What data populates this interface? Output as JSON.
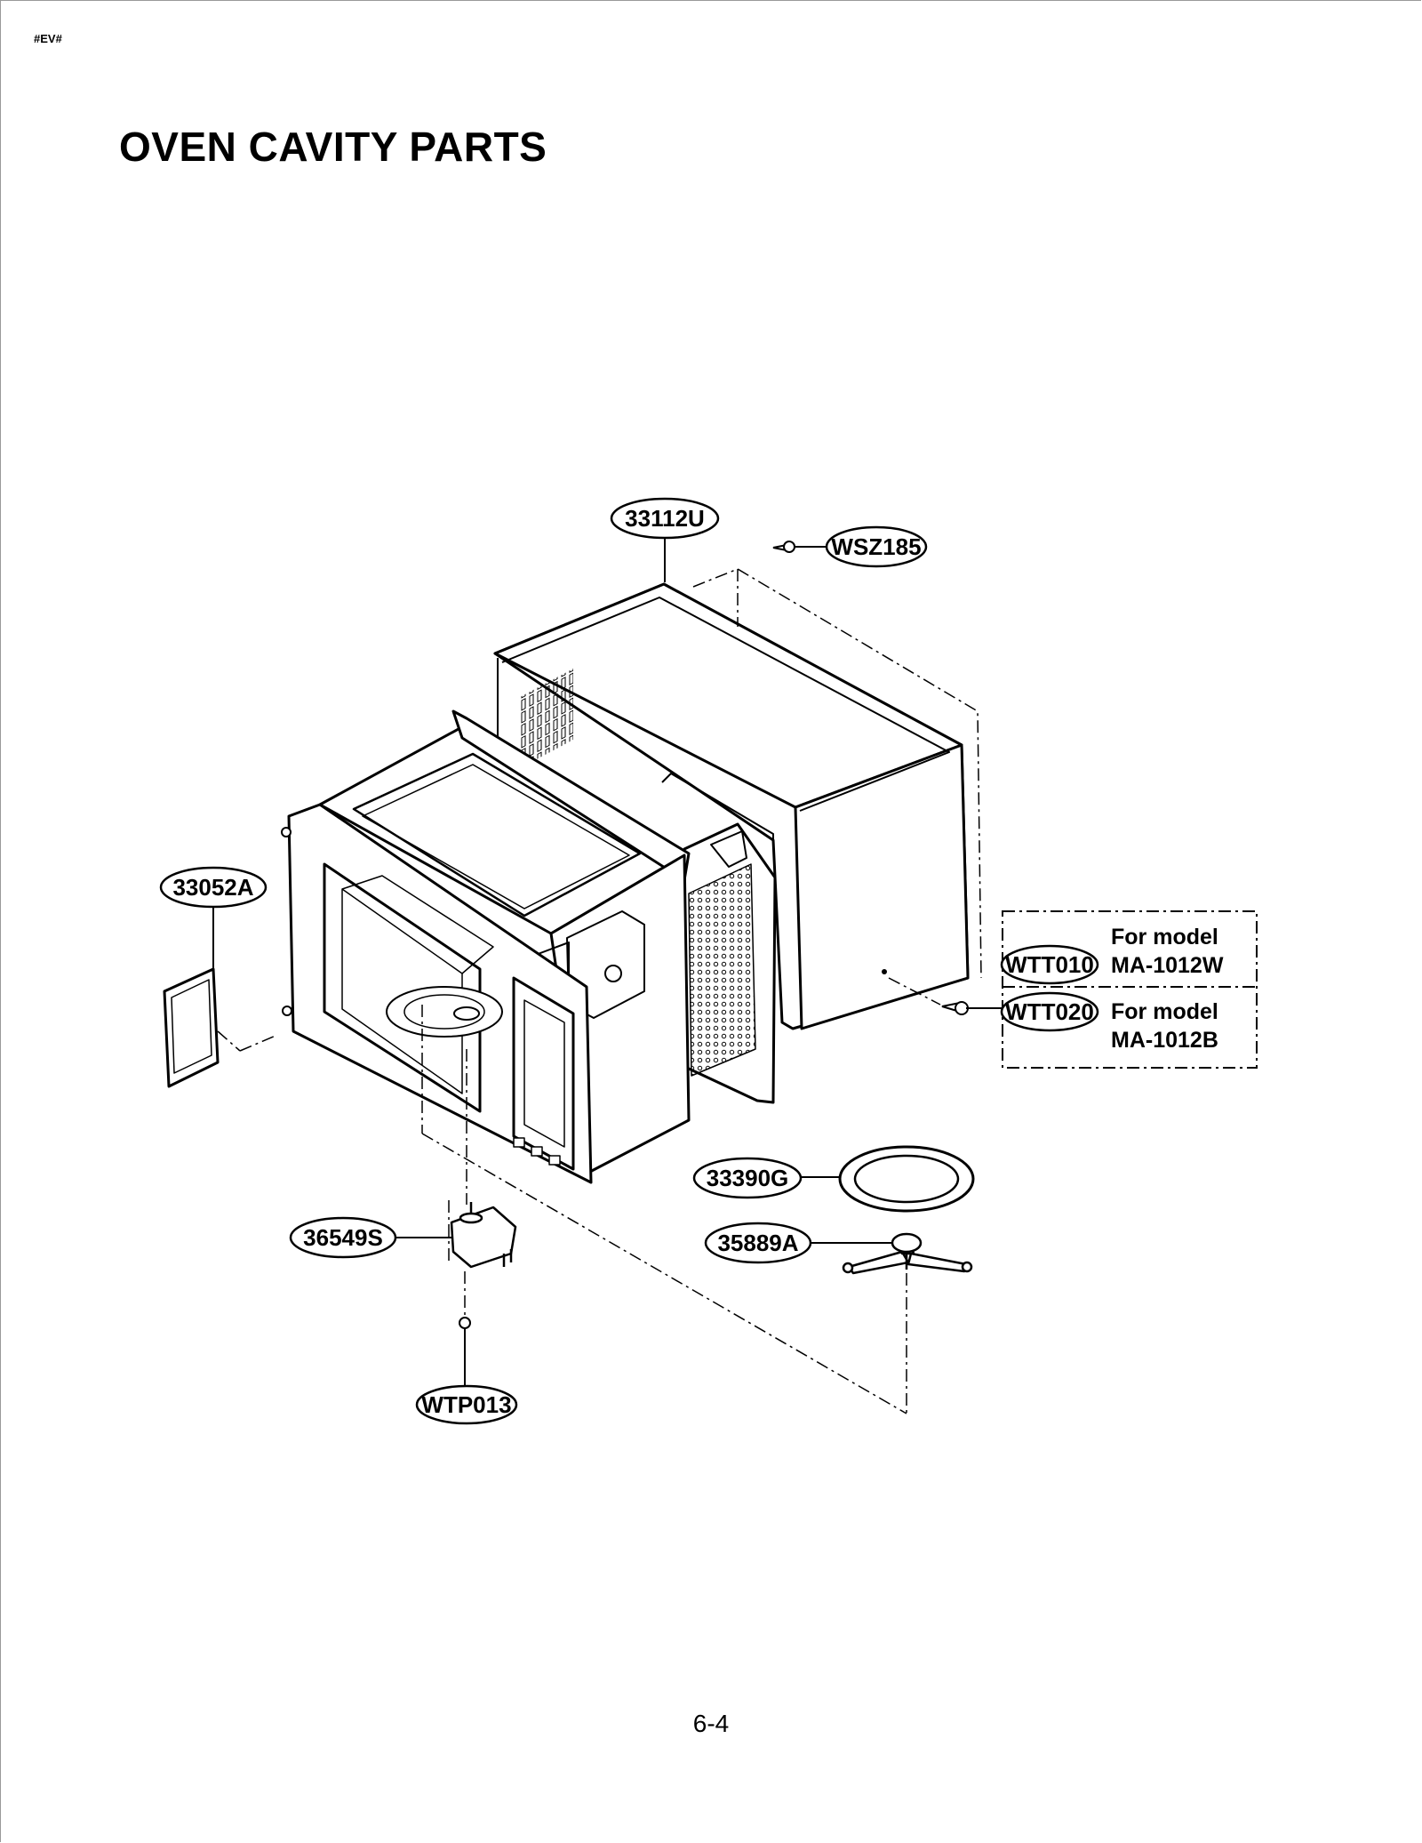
{
  "header": {
    "doc_code": "#EV#"
  },
  "title": "OVEN CAVITY PARTS",
  "parts": {
    "cabinet": "33112U",
    "cabinet_screw": "WSZ185",
    "cover_plate": "33052A",
    "screw_w": "WTT010",
    "screw_b": "WTT020",
    "glass_tray": "33390G",
    "roller_ring": "35889A",
    "turntable_motor": "36549S",
    "motor_screw": "WTP013"
  },
  "model_notes": {
    "for_model_1": "For model",
    "model_1": "MA-1012W",
    "for_model_2": "For model",
    "model_2": "MA-1012B"
  },
  "footer": {
    "page_number": "6-4"
  }
}
